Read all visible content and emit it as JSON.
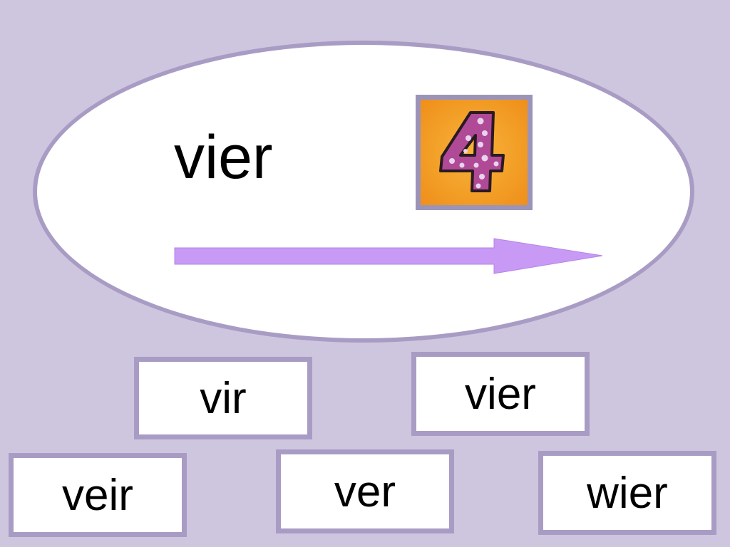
{
  "target": {
    "word": "vier",
    "digit": "4",
    "digit-icon": "polka-dot-number-four",
    "arrow-icon": "right-arrow"
  },
  "choices": [
    "vir",
    "vier",
    "veir",
    "ver",
    "wier"
  ],
  "colors": {
    "background": "#cec6df",
    "oval_border": "#a99cc4",
    "card_orange": "#f2a020",
    "digit_magenta": "#b04a96",
    "arrow": "#c99af5"
  }
}
